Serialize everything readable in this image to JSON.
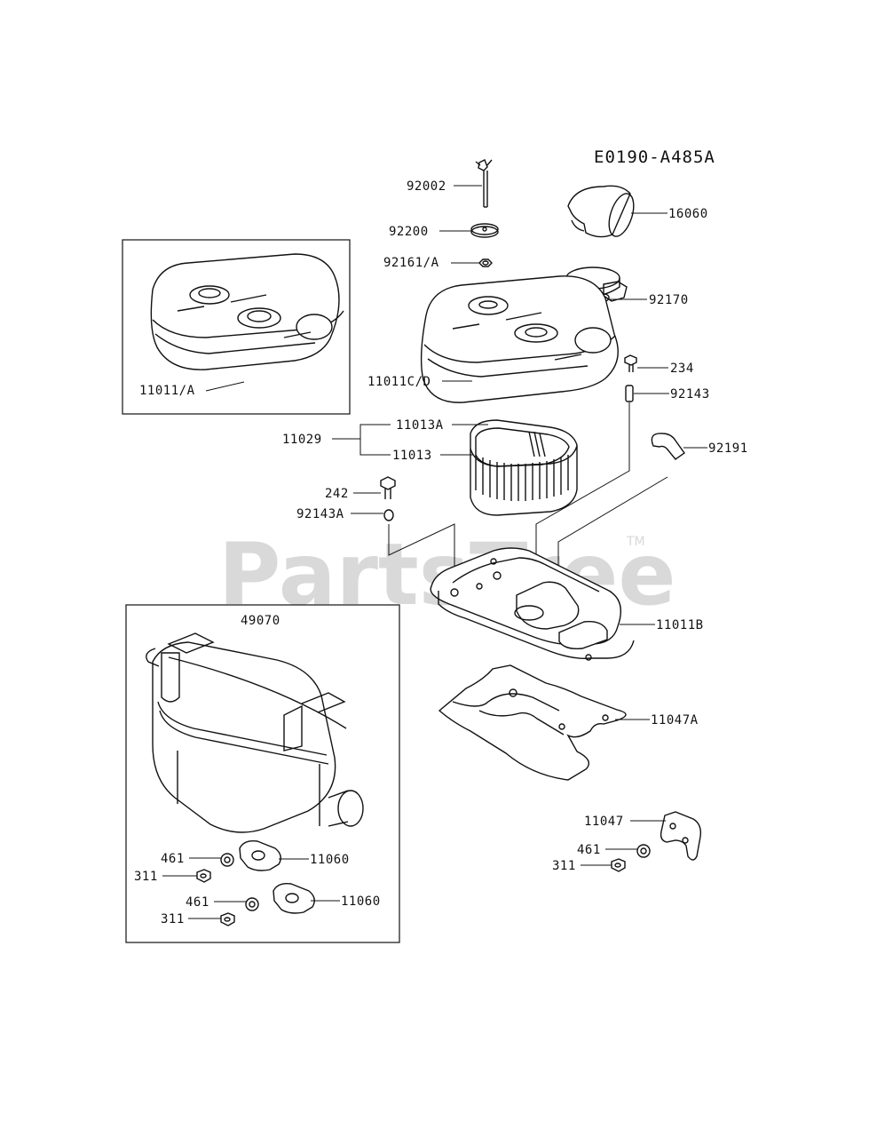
{
  "diagram_code": "E0190-A485A",
  "watermark": "PartsTree",
  "watermark_tm": "TM",
  "labels": {
    "p92002": "92002",
    "p92200": "92200",
    "p92161A": "92161/A",
    "p16060": "16060",
    "p92170": "92170",
    "p11011A": "11011/A",
    "p11011CD": "11011C/D",
    "p234": "234",
    "p92143": "92143",
    "p11013A": "11013A",
    "p11029": "11029",
    "p11013": "11013",
    "p92191": "92191",
    "p242": "242",
    "p92143A": "92143A",
    "p49070": "49070",
    "p11011B": "11011B",
    "p11047A": "11047A",
    "p11047": "11047",
    "p461a": "461",
    "p311a": "311",
    "p461b": "461",
    "p311b": "311",
    "p461c": "461",
    "p311c": "311",
    "p11060a": "11060",
    "p11060b": "11060"
  }
}
